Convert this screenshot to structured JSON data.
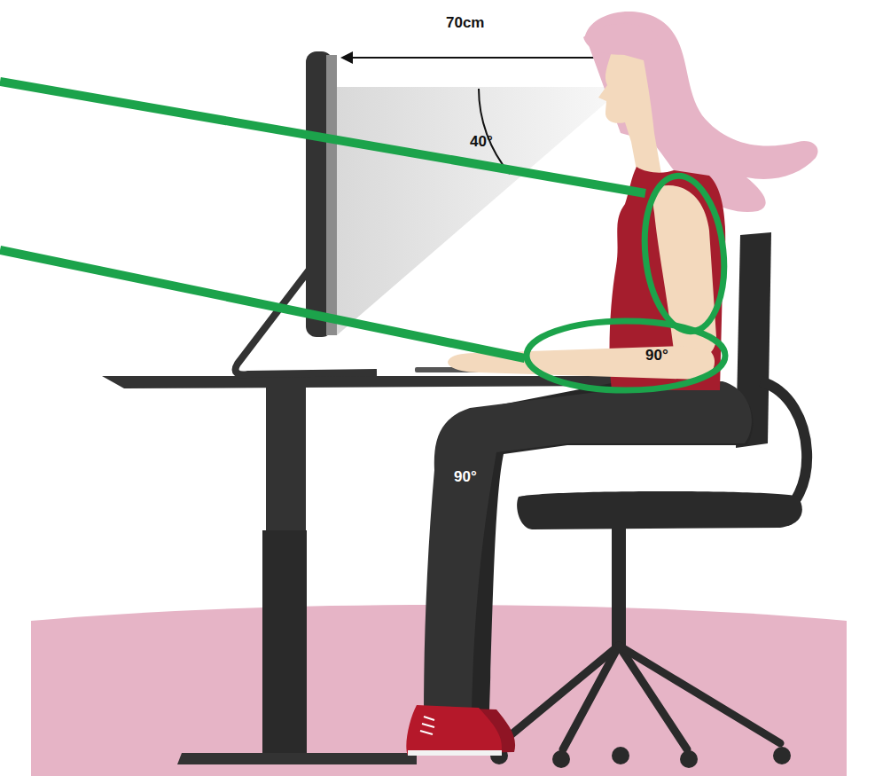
{
  "diagram": {
    "nodes": [
      {
        "text": [
          "90°"
        ]
      }
    ],
    "labels": [
      "70cm",
      "40°",
      "90°"
    ]
  }
}
